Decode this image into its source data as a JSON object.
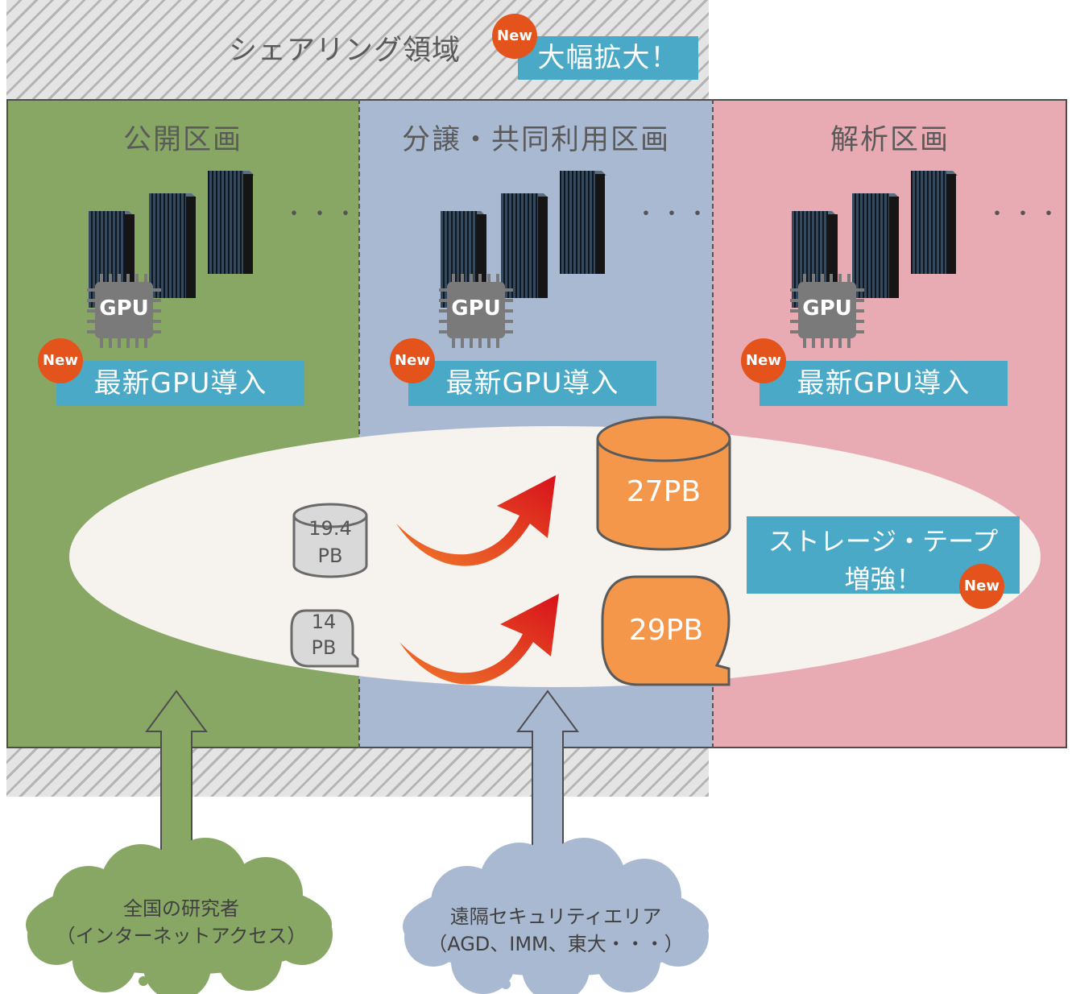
{
  "sharing": {
    "title": "シェアリング領域",
    "new_badge": "New",
    "banner": "大幅拡大！"
  },
  "zones": [
    {
      "title": "公開区画",
      "gpu_label": "GPU",
      "new_badge": "New",
      "banner": "最新GPU導入",
      "ellipsis": "・・・",
      "color": "#88a764"
    },
    {
      "title": "分譲・共同利用区画",
      "gpu_label": "GPU",
      "new_badge": "New",
      "banner": "最新GPU導入",
      "ellipsis": "・・・",
      "color": "#a9b9d2"
    },
    {
      "title": "解析区画",
      "gpu_label": "GPU",
      "new_badge": "New",
      "banner": "最新GPU導入",
      "ellipsis": "・・・",
      "color": "#e8abb4"
    }
  ],
  "storage": {
    "disk_old": {
      "line1": "19.4",
      "line2": "PB"
    },
    "disk_new": "27PB",
    "tape_old": {
      "line1": "14",
      "line2": "PB"
    },
    "tape_new": "29PB",
    "callout_line1": "ストレージ・テープ",
    "callout_line2": "増強！",
    "new_badge": "New"
  },
  "access": {
    "public_line1": "全国の研究者",
    "public_line2": "（インターネットアクセス）",
    "remote_line1": "遠隔セキュリティエリア",
    "remote_line2": "（AGD、IMM、東大・・・）"
  },
  "colors": {
    "accent_banner": "#4aa9c6",
    "new_badge": "#e4531b",
    "storage_orange": "#f4974a",
    "arrow_red": "#e4371b"
  }
}
